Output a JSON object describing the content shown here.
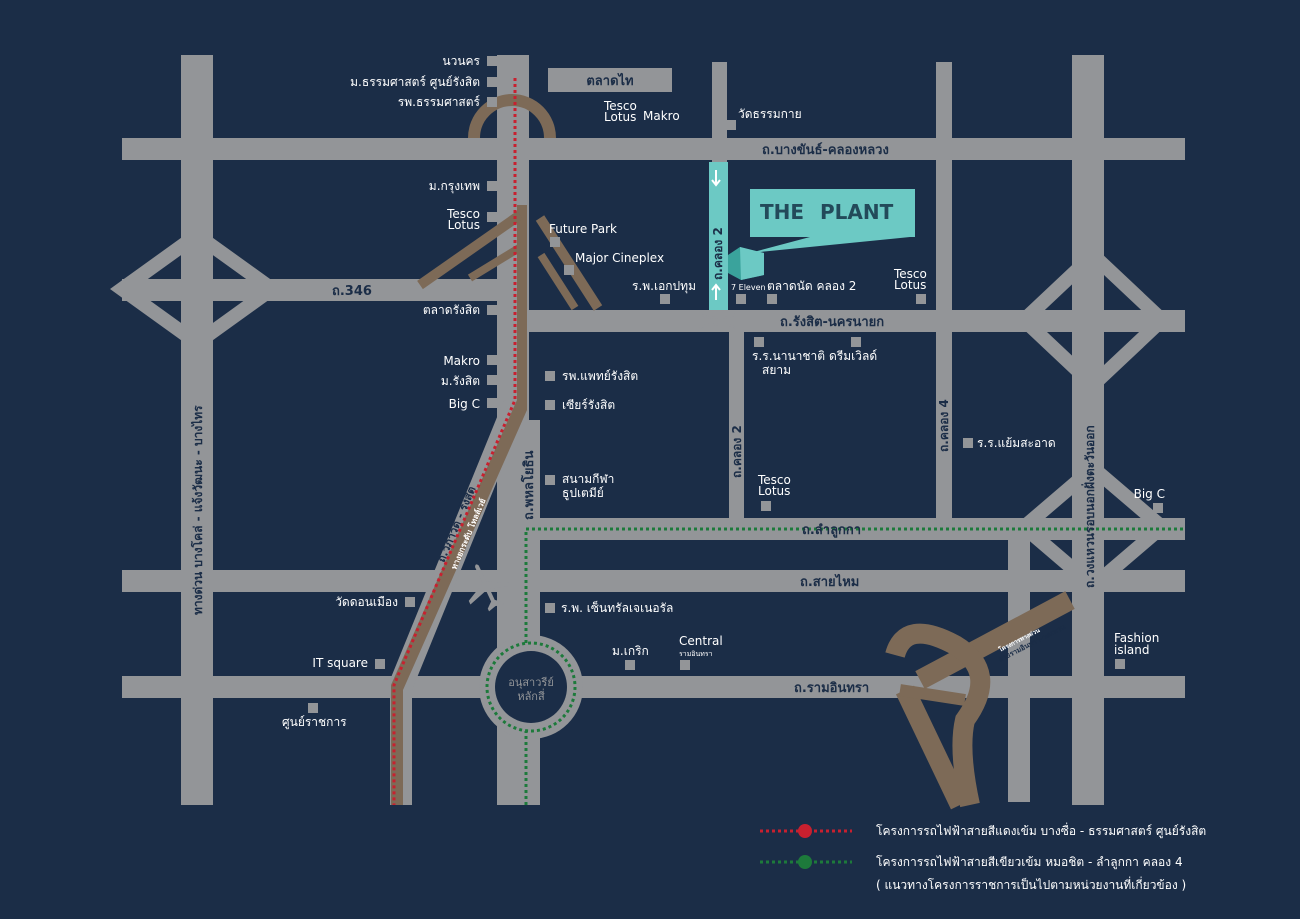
{
  "brand": {
    "name_a": "THE",
    "name_b": "PLANT"
  },
  "roads": {
    "bangkhan": "ถ.บางขันธ์-คลองหลวง",
    "r346": "ถ.346",
    "rangsit_nakhon": "ถ.รังสิต-นครนายก",
    "lamlukka": "ถ.ลำลูกกา",
    "saimai": "ถ.สายไหม",
    "ramintra": "ถ.รามอินทรา",
    "phahon": "ถ.พหลโยธิน",
    "vibhavadi": "ถ.วิภาวดี - รังสิต",
    "tollway": "ทางยกระดับ โทลล์เวย์",
    "khlong2_top": "ถ.คลอง 2",
    "khlong2": "ถ.คลอง 2",
    "khlong4": "ถ.คลอง 4",
    "outer_ring": "ถ.วงแหวนรอบนอกฝั่งตะวันออก",
    "expressway": "ทางด่วน บางโคล่ - แจ้งวัฒนะ - บางไทร",
    "expressway_project": "โครงการทางด่วน",
    "expressway_project2": "สายรามอินทรา-วงแหวน"
  },
  "landmarks": {
    "nawanakorn": "นวนคร",
    "tu_rangsit": "ม.ธรรมศาสตร์ ศูนย์รังสิต",
    "tu_hospital": "รพ.ธรรมศาสตร์",
    "talad_thai": "ตลาดไท",
    "tesco1_a": "Tesco",
    "tesco1_b": "Lotus",
    "makro1": "Makro",
    "wat_dhamma": "วัดธรรมกาย",
    "bu": "ม.กรุงเทพ",
    "tesco2_a": "Tesco",
    "tesco2_b": "Lotus",
    "future_park": "Future Park",
    "major": "Major Cineplex",
    "ekpanich": "ร.พ.เอกปทุม",
    "seven": "7 Eleven",
    "talad_nud": "ตลาดนัด คลอง 2",
    "tesco3_a": "Tesco",
    "tesco3_b": "Lotus",
    "talad_rangsit": "ตลาดรังสิต",
    "nanachat_a": "ร.ร.นานาชาติ",
    "nanachat_b": "สยาม",
    "dreamworld": "ดรีมเวิลด์",
    "makro2": "Makro",
    "rangsit_u": "ม.รังสิต",
    "bigc1": "Big C",
    "paet_rangsit": "รพ.แพทย์รังสิต",
    "future_rangsit": "เซียร์รังสิต",
    "stadium_a": "สนามกีฬา",
    "stadium_b": "ธูปเตมีย์",
    "tesco4_a": "Tesco",
    "tesco4_b": "Lotus",
    "yaem": "ร.ร.แย้มสะอาด",
    "bigc2": "Big C",
    "don_mueang": "วัดดอนเมือง",
    "central_gen": "ร.พ. เซ็นทรัลเจเนอรัล",
    "it_square": "IT square",
    "mkrk": "ม.เกริก",
    "central": "Central",
    "central_sub": "รามอินทรา",
    "fashion_a": "Fashion",
    "fashion_b": "island",
    "gov_center": "ศูนย์ราชการ",
    "monument_a": "อนุสาวรีย์",
    "monument_b": "หลักสี่"
  },
  "legend": {
    "red": "โครงการรถไฟฟ้าสายสีแดงเข้ม   บางซื่อ - ธรรมศาสตร์ ศูนย์รังสิต",
    "green": "โครงการรถไฟฟ้าสายสีเขียวเข้ม   หมอชิต - ลำลูกกา คลอง 4",
    "note": "( แนวทางโครงการราชการเป็นไปตามหน่วยงานที่เกี่ยวข้อง )"
  },
  "colors": {
    "background": "#1b2d47",
    "road": "#939598",
    "highway": "#7d6a57",
    "accent": "#6cc9c4",
    "red_line": "#c8202f",
    "green_line": "#1d7a3b",
    "text": "#ffffff"
  },
  "icons": {
    "plane": "airplane-icon",
    "arrow": "arrow-icon"
  }
}
